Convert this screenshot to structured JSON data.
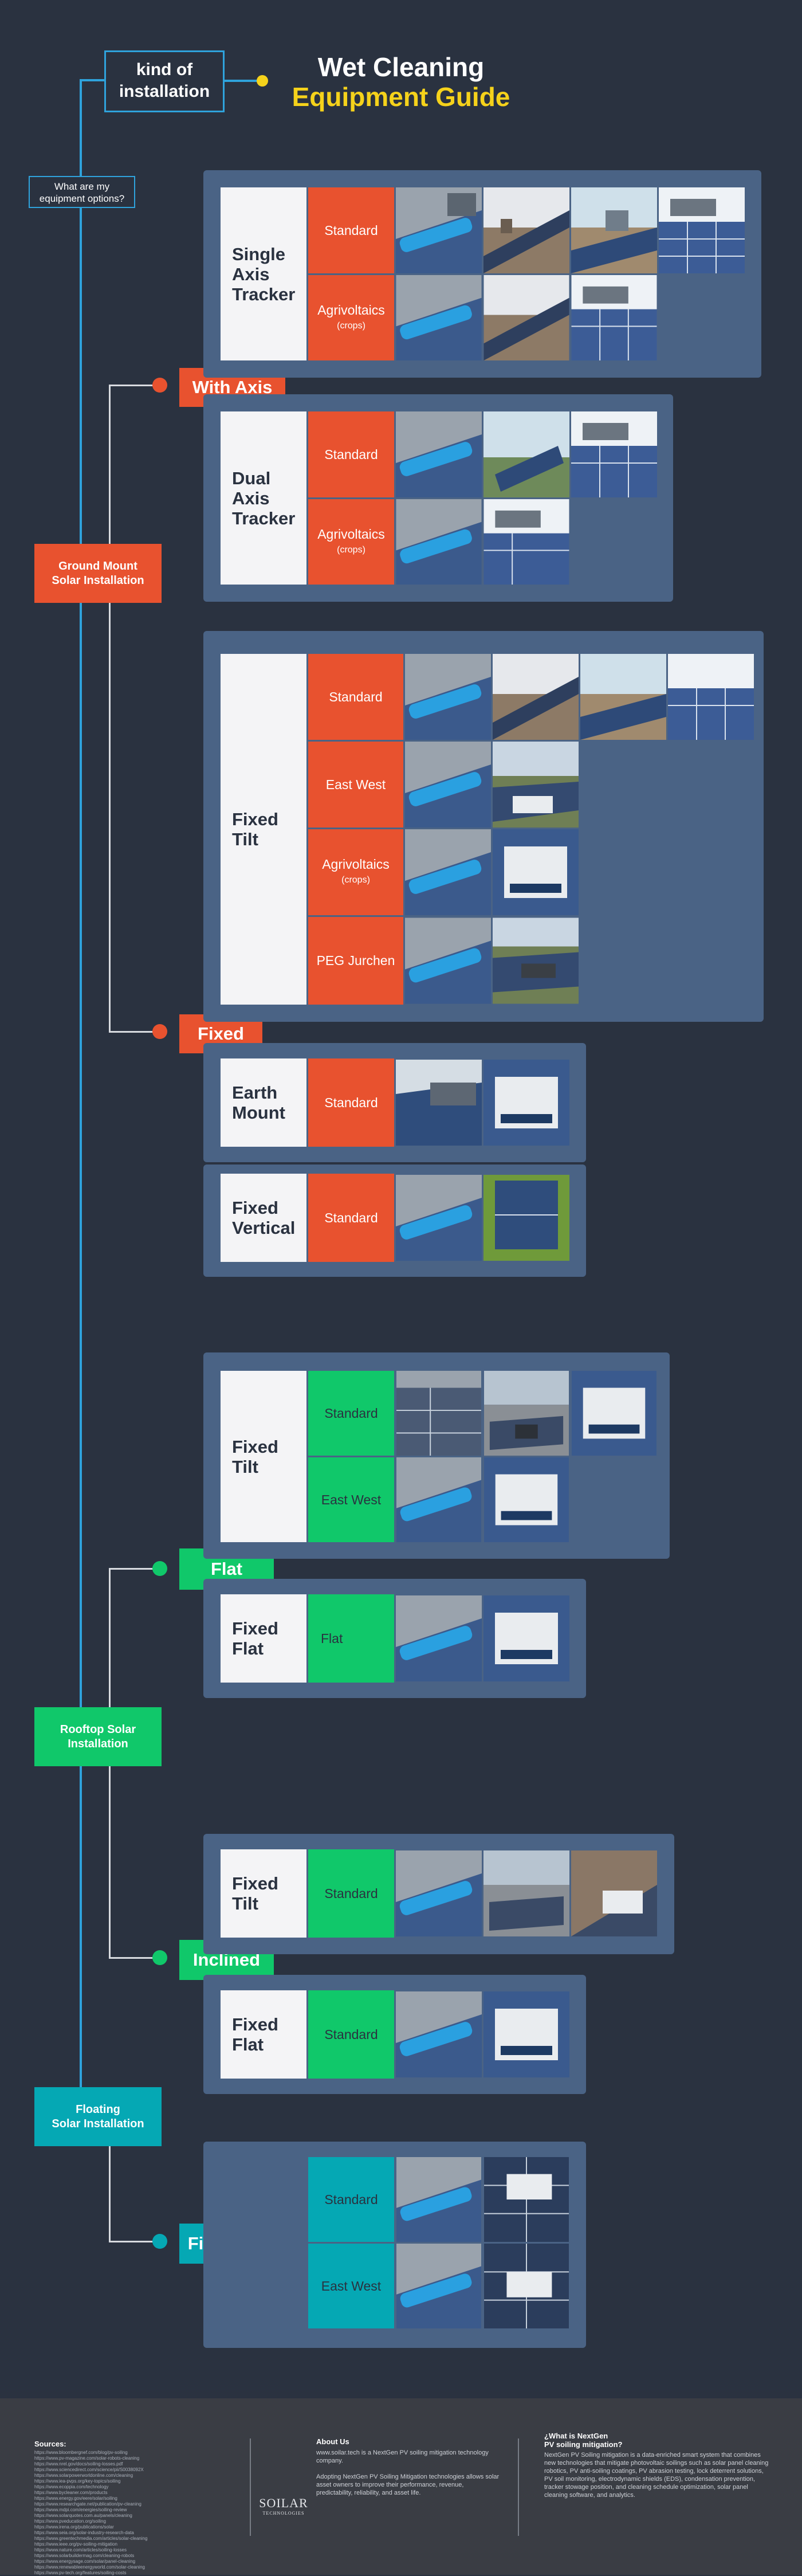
{
  "header": {
    "title_line1": "Wet Cleaning",
    "title_line2": "Equipment Guide",
    "kind_line1": "kind of",
    "kind_line2": "installation",
    "ask_line1": "What are my",
    "ask_line2": "equipment options?"
  },
  "colors": {
    "background": "#2a3240",
    "panel": "#4a6385",
    "ground": "#e8522f",
    "rooftop": "#10c86a",
    "floating": "#05a8b4",
    "line": "#2fa3dc",
    "accent_yellow": "#f5d21b"
  },
  "categories": {
    "ground_l1": "Ground Mount",
    "ground_l2": "Solar Installation",
    "rooftop_l1": "Rooftop Solar",
    "rooftop_l2": "Installation",
    "floating_l1": "Floating",
    "floating_l2": "Solar Installation"
  },
  "tags": {
    "with_axis": "With Axis",
    "fixed": "Fixed",
    "flat": "Flat",
    "inclined": "Inclined",
    "fixed_tilt": "Fixed Tilt"
  },
  "mounts": {
    "single_axis_l1": "Single",
    "single_axis_l2": "Axis",
    "single_axis_l3": "Tracker",
    "dual_axis_l1": "Dual",
    "dual_axis_l2": "Axis",
    "dual_axis_l3": "Tracker",
    "fixed_tilt_l1": "Fixed",
    "fixed_tilt_l2": "Tilt",
    "earth_mount_l1": "Earth",
    "earth_mount_l2": "Mount",
    "fixed_vertical_l1": "Fixed",
    "fixed_vertical_l2": "Vertical",
    "fixed_flat_l1": "Fixed",
    "fixed_flat_l2": "Flat"
  },
  "options": {
    "standard": "Standard",
    "agrivoltaics": "Agrivoltaics",
    "crops": "(crops)",
    "east_west": "East West",
    "peg_jurchen": "PEG Jurchen",
    "flat": "Flat"
  },
  "footer": {
    "sources_title": "Sources:",
    "sources": [
      "https://www.bloombergnef.com/blog/pv-soiling",
      "https://www.pv-magazine.com/solar-robots-cleaning",
      "https://www.nrel.gov/docs/soiling-losses.pdf",
      "https://www.sciencedirect.com/science/pii/S0038092X",
      "https://www.solarpowerworldonline.com/cleaning",
      "https://www.iea-pvps.org/key-topics/soiling",
      "https://www.ecoppia.com/technology",
      "https://www.bycleaner.com/products",
      "https://www.energy.gov/eere/solar/soiling",
      "https://www.researchgate.net/publication/pv-cleaning",
      "https://www.mdpi.com/energies/soiling-review",
      "https://www.solarquotes.com.au/panels/cleaning",
      "https://www.pveducation.org/soiling",
      "https://www.irena.org/publications/solar",
      "https://www.seia.org/solar-industry-research-data",
      "https://www.greentechmedia.com/articles/solar-cleaning",
      "https://www.ieee.org/pv-soiling-mitigation",
      "https://www.nature.com/articles/soiling-losses",
      "https://www.solarbuildermag.com/cleaning-robots",
      "https://www.energysage.com/solar/panel-cleaning",
      "https://www.renewableenergyworld.com/solar-cleaning",
      "https://www.pv-tech.org/features/soiling-costs"
    ],
    "logo_l1": "SOILAR",
    "logo_l2": "TECHNOLOGIES",
    "about_title": "About Us",
    "about_p1": "www.soilar.tech is a NextGen PV soiling mitigation technology company.",
    "about_p2": "Adopting NextGen PV Soiling Mitigation technologies allows solar asset owners to improve their performance, revenue, predictability, reliability, and asset life.",
    "what_title_l1": "¿What is NextGen",
    "what_title_l2": "PV soiling mitigation?",
    "what_text": "NextGen PV Soiling mitigation is a data-enriched smart system that combines new technologies that mitigate photovoltaic soilings such as solar panel cleaning robotics, PV anti-soiling coatings, PV abrasion testing, lock deterrent solutions, PV soil monitoring, electrodynamic shields (EDS), condensation prevention, tracker stowage position, and cleaning schedule optimization, solar panel cleaning software, and analytics."
  }
}
